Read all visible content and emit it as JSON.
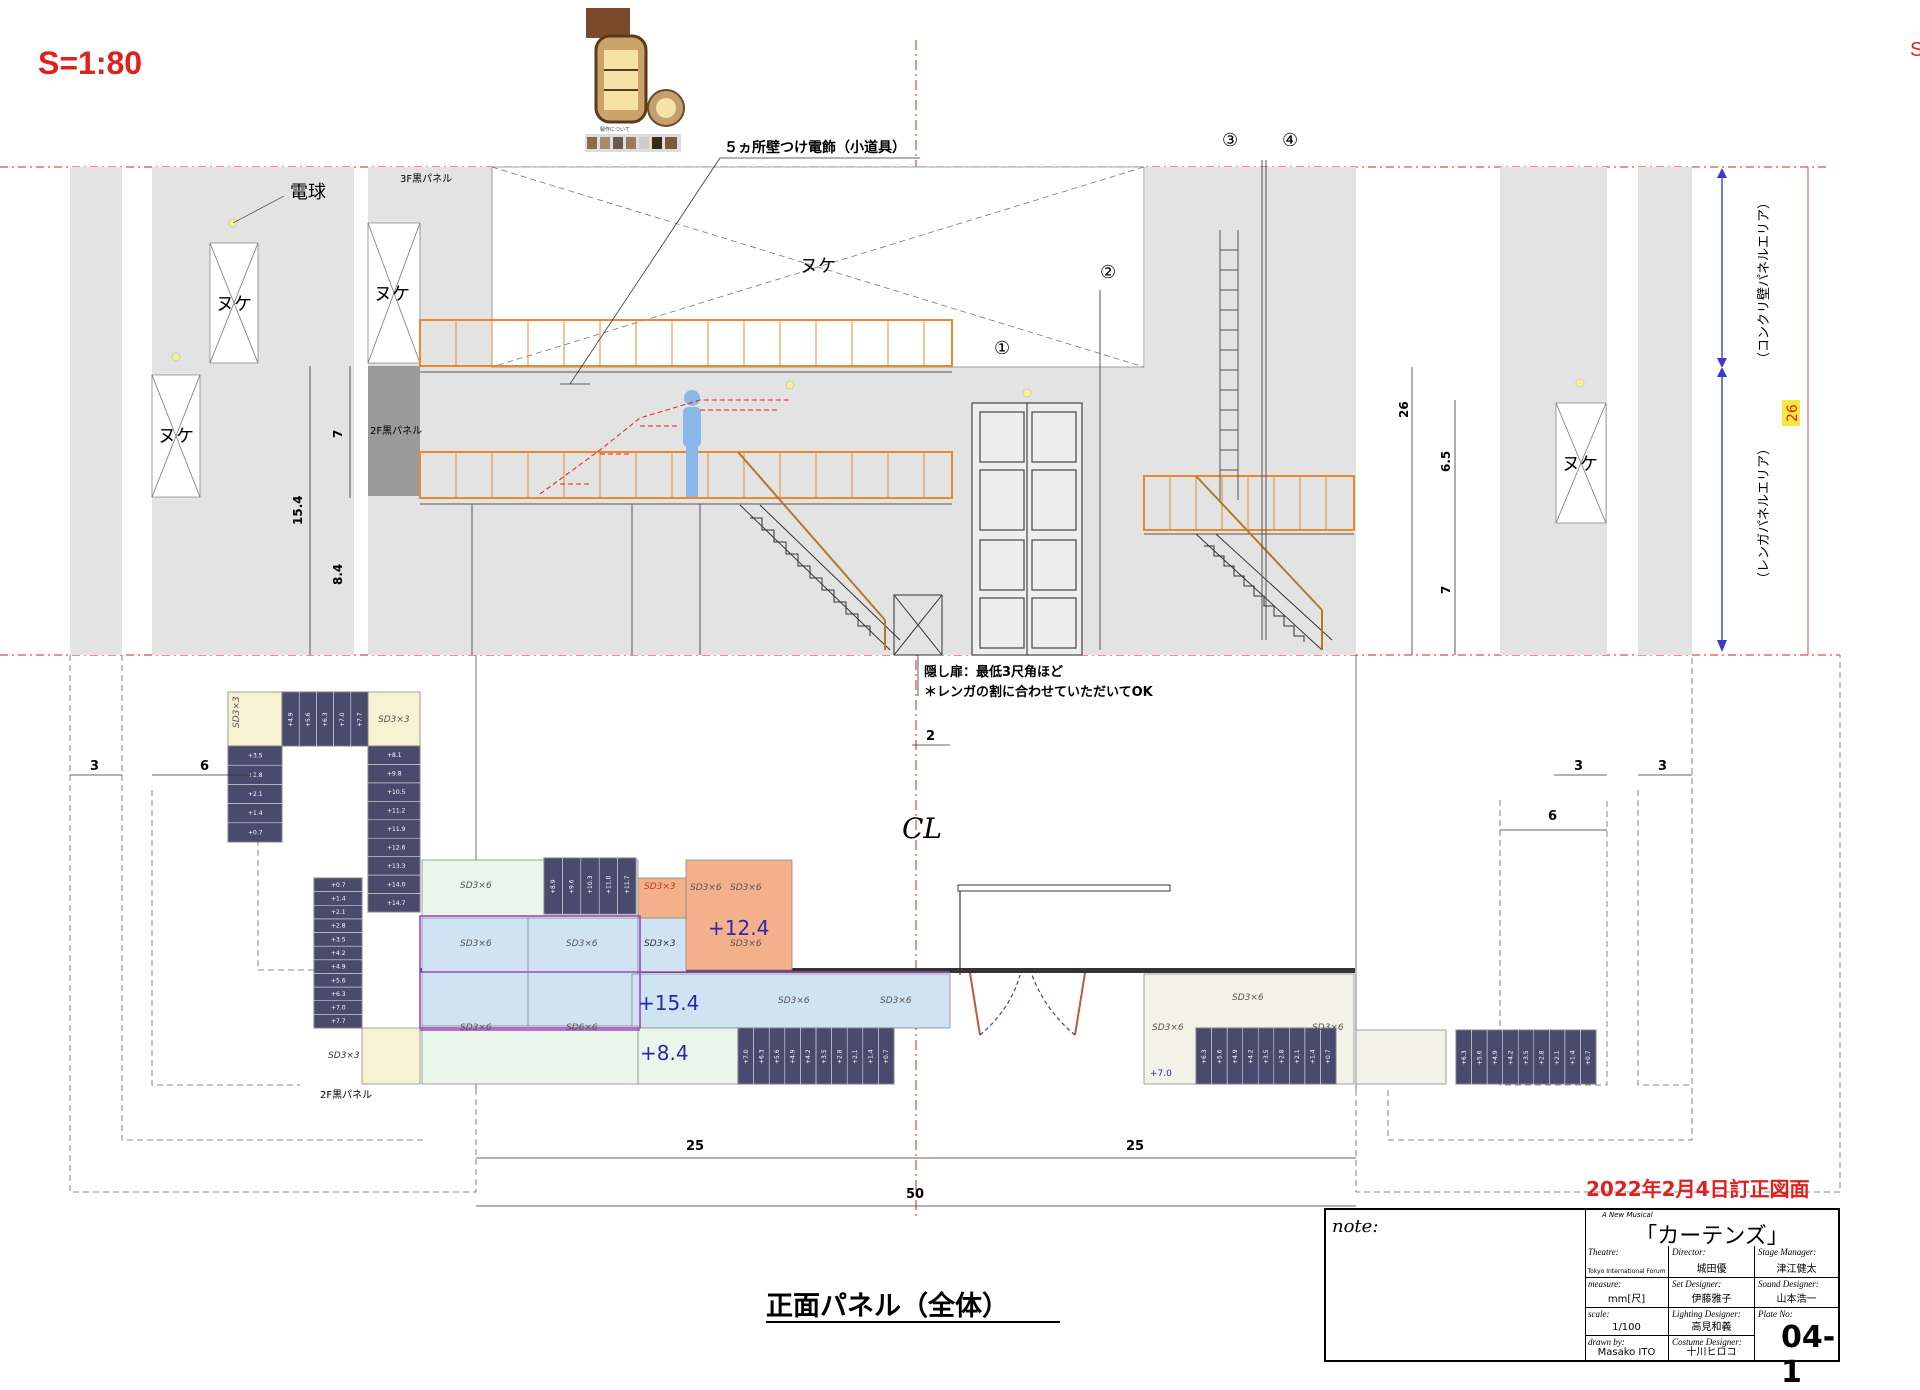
{
  "scale": "S=1:80",
  "edge_mark": "S",
  "revision": "2022年2月4日訂正図面",
  "drawing_title": "正面パネル（全体）",
  "colors": {
    "red": "#e0201c",
    "orange": "#e8892a",
    "blue": "#2a2aa8",
    "gray": "#e3e3e3",
    "darkgray": "#9a9a9a"
  },
  "labels": {
    "bulb": "電球",
    "panel3f": "3F黒パネル",
    "panel2f": "2F黒パネル",
    "panel2f_plan": "2F黒パネル",
    "nuke": "ヌケ",
    "sconce": "５ヵ所壁つけ電飾（小道具）",
    "hidden_door_1": "隠し扉：最低3尺角ほど",
    "hidden_door_2": "＊レンガの割に合わせていただいてOK",
    "concrete": "（コンクリ壁パネルエリア）",
    "brick": "（レンガパネルエリア）",
    "n1": "①",
    "n2": "②",
    "n3": "③",
    "n4": "④",
    "cl": "CL",
    "thumb_caption": "製作について"
  },
  "dims": {
    "d7": "7",
    "d154": "15.4",
    "d84": "8.4",
    "d26": "26",
    "d65": "6.5",
    "d7b": "7",
    "d26y": "26",
    "d3a": "3",
    "d6a": "6",
    "d2": "2",
    "d3b": "3",
    "d3c": "3",
    "d6b": "6",
    "d25a": "25",
    "d25b": "25",
    "d50": "50"
  },
  "plan": {
    "sd3x3": "SD3×3",
    "sd3x6": "SD3×6",
    "sd6x6": "SD6×6",
    "h124": "+12.4",
    "h154": "+15.4",
    "h84": "+8.4",
    "h70": "+7.0",
    "stairA": [
      "+3.5",
      "+2.8",
      "+2.1",
      "+1.4",
      "+0.7"
    ],
    "stairA_top": [
      "+4.9",
      "+5.6",
      "+6.3",
      "+7.0",
      "+7.7"
    ],
    "stairB": [
      "+8.1",
      "+9.8",
      "+10.5",
      "+11.2",
      "+11.9",
      "+12.6",
      "+13.3",
      "+14.0",
      "+14.7"
    ],
    "stairC": [
      "+0.7",
      "+1.4",
      "+2.1",
      "+2.8",
      "+3.5",
      "+4.2",
      "+4.9",
      "+5.6",
      "+6.3",
      "+7.0",
      "+7.7"
    ],
    "stairD": [
      "+8.9",
      "+9.6",
      "+10.3",
      "+11.0",
      "+11.7"
    ],
    "stairE": [
      "+7.0",
      "+6.3",
      "+5.6",
      "+4.9",
      "+4.2",
      "+3.5",
      "+2.8",
      "+2.1",
      "+1.4",
      "+0.7"
    ],
    "stairF": [
      "+6.3",
      "+5.6",
      "+4.9",
      "+4.2",
      "+3.5",
      "+2.8",
      "+2.1",
      "+1.4",
      "+0.7"
    ],
    "stairG": [
      "+6.3",
      "+5.6",
      "+4.9",
      "+4.2",
      "+3.5",
      "+2.8",
      "+2.1",
      "+1.4",
      "+0.7"
    ]
  },
  "title_block": {
    "note_label": "note:",
    "subtitle": "A New Musical",
    "title": "「カーテンズ」",
    "theatre_label": "Theatre:",
    "theatre": "Tokyo International Forum",
    "director_label": "Director:",
    "director": "城田優",
    "sm_label": "Stage Manager:",
    "sm": "津江健太",
    "measure_label": "measure:",
    "measure": "mm[尺]",
    "set_label": "Set Designer:",
    "set": "伊藤雅子",
    "sound_label": "Sound Designer:",
    "sound": "山本浩一",
    "scale_label": "scale:",
    "scale": "1/100",
    "light_label": "Lighting Designer:",
    "light": "高見和義",
    "plate_label": "Plate No:",
    "plate": "04-1",
    "drawn_label": "drawn by:",
    "drawn": "Masako ITO",
    "costume_label": "Costume Designer:",
    "costume": "十川ヒロコ"
  }
}
